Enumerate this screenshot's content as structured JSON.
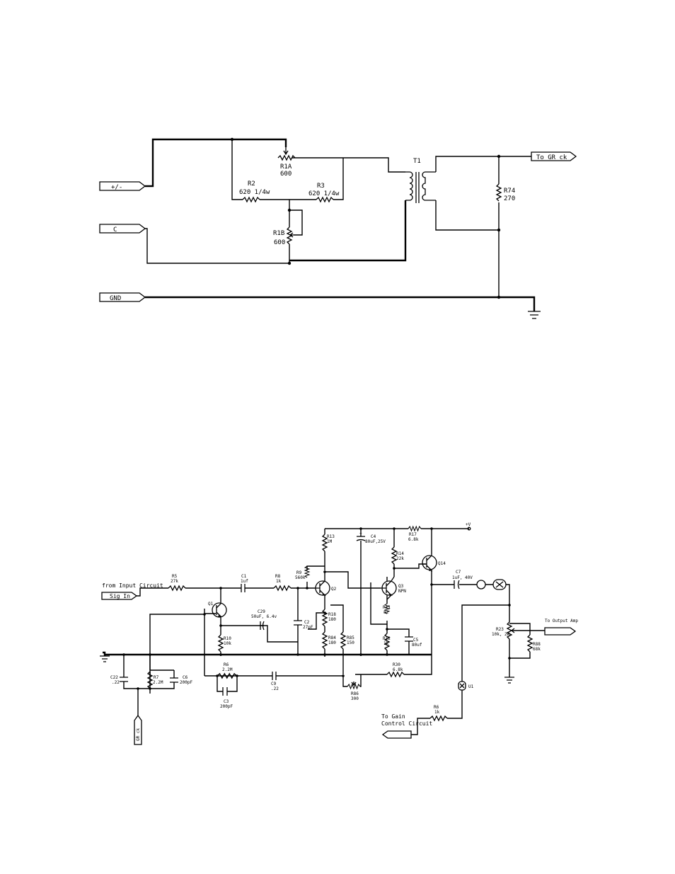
{
  "schematic_1": {
    "ports": {
      "pm": "+/-",
      "c": "C",
      "gnd": "GND",
      "to_gr": "To GR ck"
    },
    "components": {
      "r1a": {
        "ref": "R1A",
        "value": "600"
      },
      "r1b": {
        "ref": "R1B",
        "value": "600"
      },
      "r2": {
        "ref": "R2",
        "value": "620 1/4w"
      },
      "r3": {
        "ref": "R3",
        "value": "620 1/4w"
      },
      "t1": {
        "ref": "T1"
      },
      "r74": {
        "ref": "R74",
        "value": "270"
      }
    }
  },
  "schematic_2": {
    "ports": {
      "from_input": "from Input Circuit",
      "sig_in": "Sig In",
      "gr_ck": "GR ck",
      "to_output": "To Output Amp",
      "to_gain_1": "To Gain",
      "to_gain_2": "Control Circuit",
      "vplus": "+V"
    },
    "components": {
      "r5": {
        "ref": "R5",
        "value": "27k"
      },
      "c1": {
        "ref": "C1",
        "value": "1uf"
      },
      "r8": {
        "ref": "R8",
        "value": "1k"
      },
      "r9": {
        "ref": "R9",
        "value": "560k"
      },
      "r13": {
        "ref": "R13",
        "value": "1M"
      },
      "c4": {
        "ref": "C4",
        "value": "80uF,25V",
        "plus": "+"
      },
      "r17": {
        "ref": "R17",
        "value": "6.8k"
      },
      "r14": {
        "ref": "R14",
        "value": "22k"
      },
      "q14": {
        "ref": "Q14"
      },
      "q2": {
        "ref": "Q2"
      },
      "q3": {
        "ref": "Q3",
        "value": "NPN"
      },
      "q1": {
        "ref": "Q1"
      },
      "c7": {
        "ref": "C7",
        "value": "1uF, 40V"
      },
      "r11": {
        "ref": "R11",
        "value": "82"
      },
      "r12": {
        "ref": "R12",
        "value": "1k"
      },
      "c5": {
        "ref": "C5",
        "value": "80uf"
      },
      "r18": {
        "ref": "R18",
        "value": "180"
      },
      "r84": {
        "ref": "R84",
        "value": "180"
      },
      "r85": {
        "ref": "R85",
        "value": "150"
      },
      "c29": {
        "ref": "C29",
        "value": "50uF, 6.4v"
      },
      "c2": {
        "ref": "C2",
        "value": "27pF"
      },
      "r10": {
        "ref": "R10",
        "value": "10k"
      },
      "r23": {
        "ref": "R23",
        "value": "10k, 2W"
      },
      "r88": {
        "ref": "R88",
        "value": "68k"
      },
      "c22": {
        "ref": "C22",
        "value": ".22"
      },
      "r7": {
        "ref": "R7",
        "value": "2.2M"
      },
      "c6": {
        "ref": "C6",
        "value": "200pF"
      },
      "r6a": {
        "ref": "R6",
        "value": "2.2M"
      },
      "c3": {
        "ref": "C3",
        "value": "200pF"
      },
      "c9": {
        "ref": "C9",
        "value": ".22"
      },
      "r30": {
        "ref": "R30",
        "value": "6.8k"
      },
      "r86": {
        "ref": "R86",
        "value": "300"
      },
      "u1": {
        "ref": "U1"
      },
      "r6b": {
        "ref": "R6",
        "value": "1k"
      }
    }
  }
}
